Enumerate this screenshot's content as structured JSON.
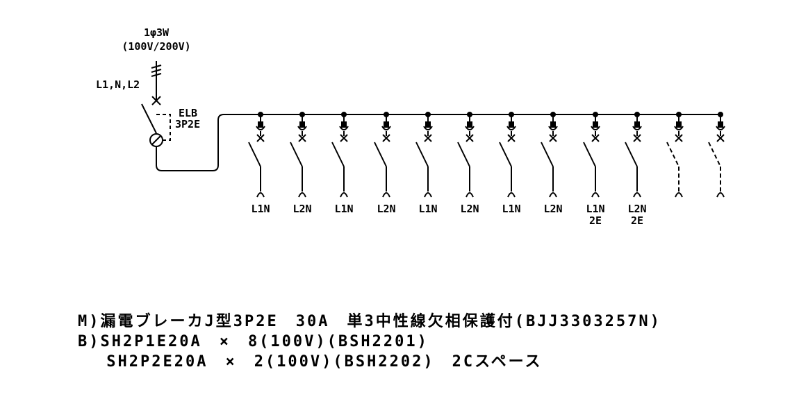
{
  "supply": {
    "phase_label": "1φ3W",
    "voltage_label": "(100V/200V)",
    "lines_label": "L1,N,L2"
  },
  "main_breaker": {
    "type_label": "ELB",
    "pole_label": "3P2E"
  },
  "branches": [
    {
      "label": "L1N",
      "sub": "",
      "spare": false
    },
    {
      "label": "L2N",
      "sub": "",
      "spare": false
    },
    {
      "label": "L1N",
      "sub": "",
      "spare": false
    },
    {
      "label": "L2N",
      "sub": "",
      "spare": false
    },
    {
      "label": "L1N",
      "sub": "",
      "spare": false
    },
    {
      "label": "L2N",
      "sub": "",
      "spare": false
    },
    {
      "label": "L1N",
      "sub": "",
      "spare": false
    },
    {
      "label": "L2N",
      "sub": "",
      "spare": false
    },
    {
      "label": "L1N",
      "sub": "2E",
      "spare": false
    },
    {
      "label": "L2N",
      "sub": "2E",
      "spare": false
    },
    {
      "label": "",
      "sub": "",
      "spare": true
    },
    {
      "label": "",
      "sub": "",
      "spare": true
    }
  ],
  "spec_lines": [
    "M)漏電ブレーカJ型3P2E　30A　単3中性線欠相保護付(BJJ3303257N)",
    "B)SH2P1E20A　×　8(100V)(BSH2201)",
    "　 SH2P2E20A　×　2(100V)(BSH2202)　2Cスペース"
  ]
}
